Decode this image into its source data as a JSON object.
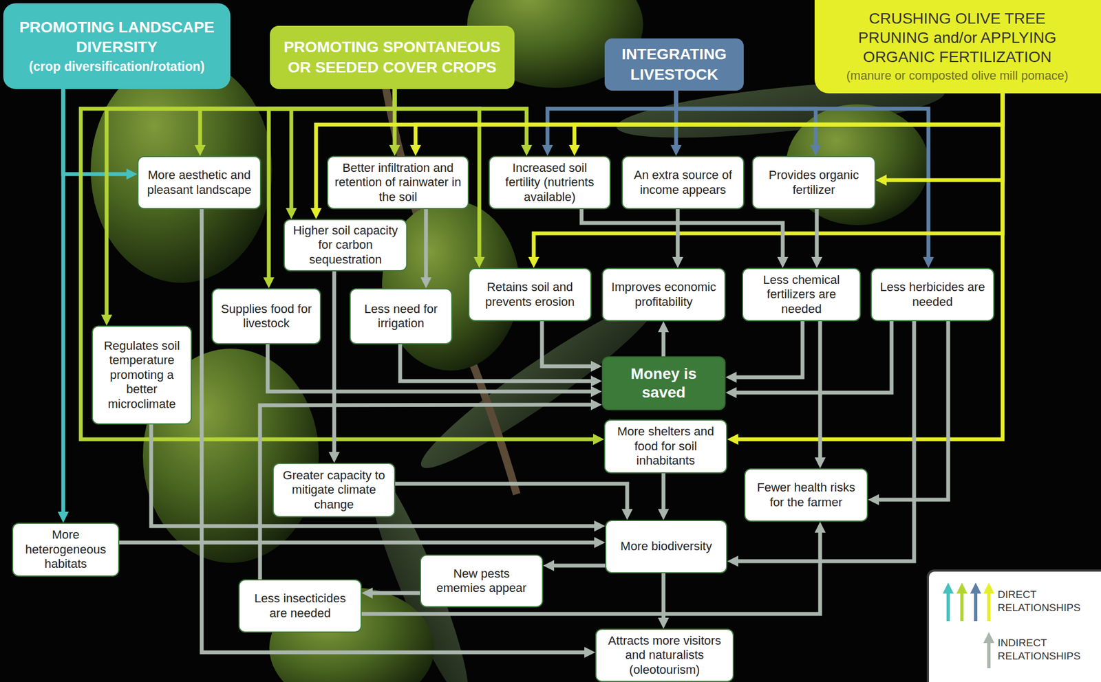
{
  "diagram": {
    "nodes": [
      {
        "text": [
          "PROMOTING LANDSCAPE DIVERSITY",
          "(crop diversification/rotation)"
        ]
      },
      {
        "text": [
          "PROMOTING SPONTANEOUS OR SEEDED COVER CROPS"
        ]
      },
      {
        "text": [
          "INTEGRATING LIVESTOCK"
        ]
      },
      {
        "text": [
          "CRUSHING OLIVE TREE PRUNING and/or APPLYING ORGANIC FERTILIZATION",
          "(manure or composted olive mill pomace)"
        ]
      },
      {
        "text": [
          "More aesthetic and pleasant landscape"
        ]
      },
      {
        "text": [
          "Better infiltration and retention of rainwater in the soil"
        ]
      },
      {
        "text": [
          "Increased soil fertility (nutrients available)"
        ]
      },
      {
        "text": [
          "An extra source of income appears"
        ]
      },
      {
        "text": [
          "Provides organic fertilizer"
        ]
      },
      {
        "text": [
          "Higher soil capacity for carbon sequestration"
        ]
      },
      {
        "text": [
          "Supplies food for livestock"
        ]
      },
      {
        "text": [
          "Less need for irrigation"
        ]
      },
      {
        "text": [
          "Retains soil and prevents erosion"
        ]
      },
      {
        "text": [
          "Improves economic profitability"
        ]
      },
      {
        "text": [
          "Less chemical fertilizers are needed"
        ]
      },
      {
        "text": [
          "Less herbicides are needed"
        ]
      },
      {
        "text": [
          "Regulates soil temperature promoting a better microclimate"
        ]
      },
      {
        "text": [
          "Money is saved"
        ]
      },
      {
        "text": [
          "More shelters and food for soil inhabitants"
        ]
      },
      {
        "text": [
          "Fewer health risks for the farmer"
        ]
      },
      {
        "text": [
          "Greater capacity to mitigate climate change"
        ]
      },
      {
        "text": [
          "More heterogeneous habitats"
        ]
      },
      {
        "text": [
          "More biodiversity"
        ]
      },
      {
        "text": [
          "New pests ememies appear"
        ]
      },
      {
        "text": [
          "Less insecticides are needed"
        ]
      },
      {
        "text": [
          "Attracts more visitors and naturalists (oleotourism)"
        ]
      }
    ],
    "edges": [
      {
        "from": 0,
        "to": 4,
        "arrow": "to"
      },
      {
        "from": 0,
        "to": 21,
        "arrow": "to"
      },
      {
        "from": 1,
        "to": 4,
        "arrow": "to"
      },
      {
        "from": 1,
        "to": 5,
        "arrow": "to"
      },
      {
        "from": 1,
        "to": 6,
        "arrow": "to"
      },
      {
        "from": 1,
        "to": 9,
        "arrow": "to"
      },
      {
        "from": 1,
        "to": 10,
        "arrow": "to"
      },
      {
        "from": 1,
        "to": 12,
        "arrow": "to"
      },
      {
        "from": 1,
        "to": 16,
        "arrow": "to"
      },
      {
        "from": 1,
        "to": 18,
        "arrow": "to"
      },
      {
        "from": 2,
        "to": 6,
        "arrow": "to"
      },
      {
        "from": 2,
        "to": 7,
        "arrow": "to"
      },
      {
        "from": 2,
        "to": 8,
        "arrow": "to"
      },
      {
        "from": 2,
        "to": 15,
        "arrow": "to"
      },
      {
        "from": 3,
        "to": 5,
        "arrow": "to"
      },
      {
        "from": 3,
        "to": 6,
        "arrow": "to"
      },
      {
        "from": 3,
        "to": 8,
        "arrow": "to"
      },
      {
        "from": 3,
        "to": 9,
        "arrow": "to"
      },
      {
        "from": 3,
        "to": 12,
        "arrow": "to"
      },
      {
        "from": 3,
        "to": 18,
        "arrow": "to"
      },
      {
        "from": 4,
        "to": 25,
        "arrow": "to"
      },
      {
        "from": 5,
        "to": 11,
        "arrow": "to"
      },
      {
        "from": 6,
        "to": 14,
        "arrow": "to"
      },
      {
        "from": 7,
        "to": 13,
        "arrow": "to"
      },
      {
        "from": 8,
        "to": 14,
        "arrow": "to"
      },
      {
        "from": 9,
        "to": 20,
        "arrow": "to"
      },
      {
        "from": 10,
        "to": 17,
        "arrow": "to"
      },
      {
        "from": 11,
        "to": 17,
        "arrow": "to"
      },
      {
        "from": 12,
        "to": 17,
        "arrow": "to"
      },
      {
        "from": 14,
        "to": 17,
        "arrow": "to"
      },
      {
        "from": 14,
        "to": 19,
        "arrow": "to"
      },
      {
        "from": 15,
        "to": 17,
        "arrow": "to"
      },
      {
        "from": 15,
        "to": 19,
        "arrow": "to"
      },
      {
        "from": 15,
        "to": 22,
        "arrow": "to"
      },
      {
        "from": 16,
        "to": 22,
        "arrow": "to"
      },
      {
        "from": 17,
        "to": 13,
        "arrow": "to"
      },
      {
        "from": 18,
        "to": 22,
        "arrow": "to"
      },
      {
        "from": 20,
        "to": 22,
        "arrow": "to"
      },
      {
        "from": 21,
        "to": 22,
        "arrow": "to"
      },
      {
        "from": 22,
        "to": 23,
        "arrow": "to"
      },
      {
        "from": 22,
        "to": 25,
        "arrow": "to"
      },
      {
        "from": 23,
        "to": 24,
        "arrow": "to"
      },
      {
        "from": 24,
        "to": 17,
        "arrow": "to"
      },
      {
        "from": 24,
        "to": 19,
        "arrow": "to"
      }
    ],
    "legend": [
      {
        "text": "DIRECT RELATIONSHIPS"
      },
      {
        "text": "INDIRECT RELATIONSHIPS"
      }
    ]
  }
}
